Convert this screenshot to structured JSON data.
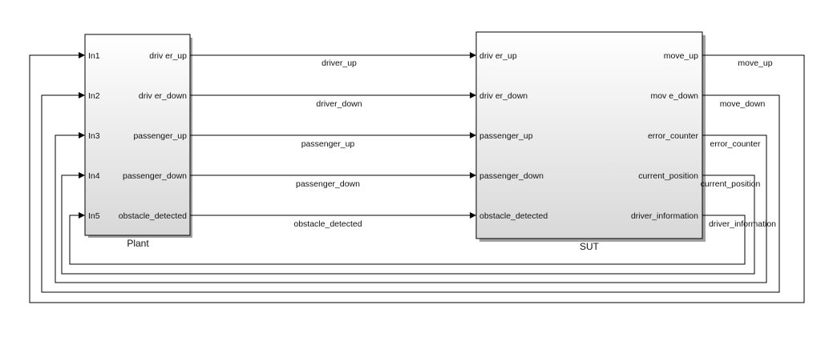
{
  "blocks": {
    "plant": {
      "name": "Plant",
      "inputs": [
        "In1",
        "In2",
        "In3",
        "In4",
        "In5"
      ],
      "outputs": [
        "driv er_up",
        "driv er_down",
        "passenger_up",
        "passenger_down",
        "obstacle_detected"
      ]
    },
    "sut": {
      "name": "SUT",
      "inputs": [
        "driv er_up",
        "driv er_down",
        "passenger_up",
        "passenger_down",
        "obstacle_detected"
      ],
      "outputs": [
        "move_up",
        "mov e_down",
        "error_counter",
        "current_position",
        "driver_information"
      ]
    }
  },
  "forward_signals": [
    "driver_up",
    "driver_down",
    "passenger_up",
    "passenger_down",
    "obstacle_detected"
  ],
  "feedback_signals": [
    "move_up",
    "move_down",
    "error_counter",
    "current_position",
    "driver_information"
  ],
  "colors": {
    "line": "#000000",
    "block_border": "#000000",
    "block_fill_top": "#ffffff",
    "block_fill_bottom": "#d8d8d8",
    "shadow": "#a0a0a0"
  }
}
